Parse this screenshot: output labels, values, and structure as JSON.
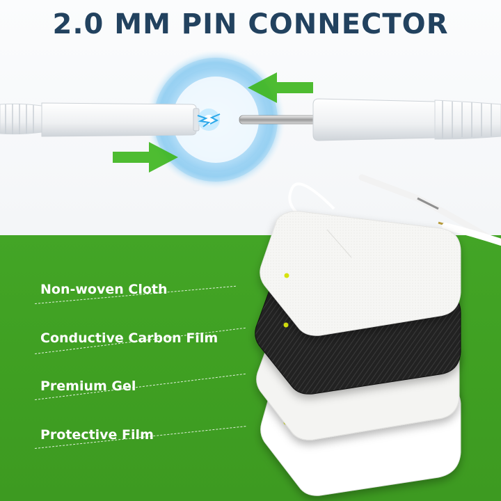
{
  "title": "2.0 MM PIN CONNECTOR",
  "layers": [
    {
      "label": "Non-woven Cloth"
    },
    {
      "label": "Conductive Carbon Film"
    },
    {
      "label": "Premium Gel"
    },
    {
      "label": "Protective Film"
    }
  ],
  "colors": {
    "title": "#22425f",
    "panel_green": "#43a526",
    "arrow_green": "#3fb61f",
    "glow_blue": "#7fc4ee",
    "carbon": "#1f1f1f"
  },
  "icons": [
    "arrow-right-icon",
    "arrow-left-icon",
    "spark-icon"
  ]
}
